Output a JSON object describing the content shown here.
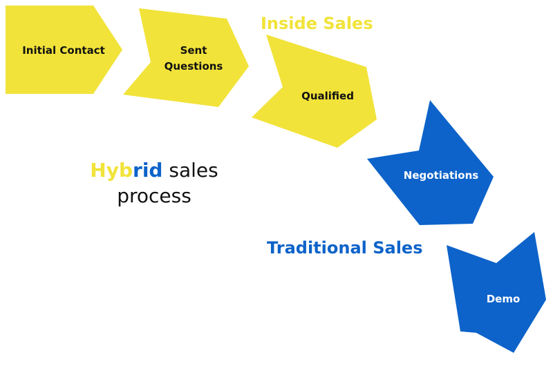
{
  "colors": {
    "inside": "#f1e33a",
    "traditional": "#0d63c9",
    "dark_text": "#111111",
    "light_text": "#ffffff"
  },
  "sections": {
    "inside_title": "Inside Sales",
    "traditional_title": "Traditional Sales"
  },
  "steps": [
    {
      "label": "Initial Contact",
      "group": "inside"
    },
    {
      "label": "Sent Questions",
      "group": "inside"
    },
    {
      "label": "Qualified",
      "group": "inside"
    },
    {
      "label": "Negotiations",
      "group": "traditional"
    },
    {
      "label": "Demo",
      "group": "traditional"
    }
  ],
  "caption": {
    "word_part1": "Hyb",
    "word_part2": "rid",
    "rest": " sales",
    "line2": "process"
  }
}
